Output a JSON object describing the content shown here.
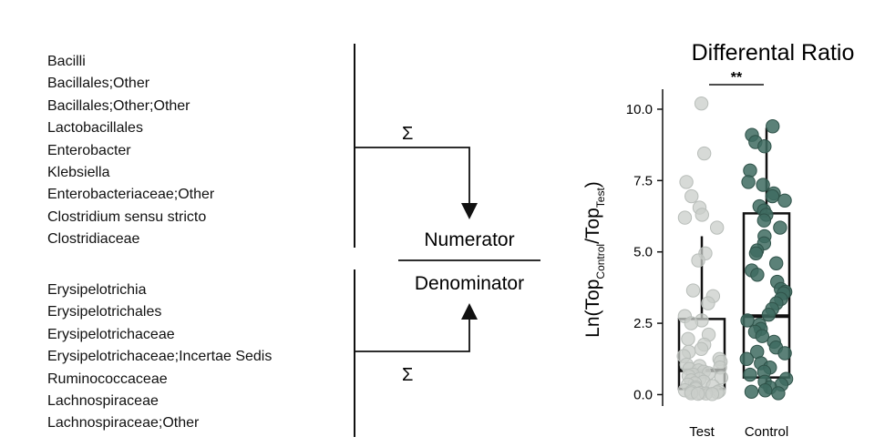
{
  "numerator_taxa": [
    "Bacilli",
    "Bacillales;Other",
    "Bacillales;Other;Other",
    "Lactobacillales",
    "Enterobacter",
    "Klebsiella",
    "Enterobacteriaceae;Other",
    "Clostridium sensu stricto",
    "Clostridiaceae"
  ],
  "denominator_taxa": [
    "Erysipelotrichia",
    "Erysipelotrichales",
    "Erysipelotrichaceae",
    "Erysipelotrichaceae;Incertae Sedis",
    "Ruminococcaceae",
    "Lachnospiraceae",
    "Lachnospiraceae;Other"
  ],
  "sum_symbol": "Σ",
  "numerator_label": "Numerator",
  "denominator_label": "Denominator",
  "chart_data": {
    "type": "boxplot",
    "title": "Differental Ratio",
    "ylabel_parts": {
      "prefix": "Ln(Top",
      "sub1": "Control",
      "mid": "/Top",
      "sub2": "Test",
      "suffix": ")"
    },
    "categories": [
      "Test",
      "Control"
    ],
    "ylim": [
      -0.4,
      10.7
    ],
    "yticks": [
      0.0,
      2.5,
      5.0,
      7.5,
      10.0
    ],
    "ytick_labels": [
      "0.0",
      "2.5",
      "5.0",
      "7.5",
      "10.0"
    ],
    "significance": "**",
    "grid": false,
    "colors": {
      "Test": "#c9ceca",
      "Control": "#3e6b60"
    },
    "boxes": [
      {
        "category": "Test",
        "min": 0.1,
        "q1": 0.2,
        "median": 0.85,
        "q3": 2.65,
        "max": 5.55
      },
      {
        "category": "Control",
        "min": 0.05,
        "q1": 0.6,
        "median": 2.75,
        "q3": 6.35,
        "max": 9.35
      }
    ],
    "points": {
      "Test": [
        10.2,
        8.45,
        7.45,
        6.95,
        6.55,
        6.3,
        6.2,
        5.85,
        4.95,
        4.7,
        3.65,
        3.45,
        3.2,
        2.75,
        2.6,
        2.5,
        2.1,
        1.95,
        1.75,
        1.6,
        1.5,
        1.35,
        1.25,
        1.15,
        1.05,
        1.0,
        0.95,
        0.9,
        0.85,
        0.8,
        0.75,
        0.7,
        0.65,
        0.6,
        0.55,
        0.5,
        0.45,
        0.4,
        0.35,
        0.3,
        0.25,
        0.2,
        0.15,
        0.12,
        0.1,
        0.08,
        0.06,
        0.05,
        0.04,
        0.03,
        0.02
      ],
      "Control": [
        9.4,
        9.1,
        8.85,
        8.7,
        7.85,
        7.45,
        7.35,
        7.05,
        6.95,
        6.8,
        6.6,
        6.45,
        6.3,
        6.1,
        5.85,
        5.55,
        5.3,
        5.05,
        4.95,
        4.6,
        4.35,
        4.2,
        3.95,
        3.7,
        3.6,
        3.55,
        3.35,
        3.2,
        3.0,
        2.8,
        2.6,
        2.45,
        2.3,
        2.2,
        2.05,
        1.85,
        1.65,
        1.5,
        1.45,
        1.25,
        1.1,
        0.95,
        0.8,
        0.7,
        0.55,
        0.45,
        0.35,
        0.25,
        0.15,
        0.1,
        0.05
      ]
    }
  }
}
